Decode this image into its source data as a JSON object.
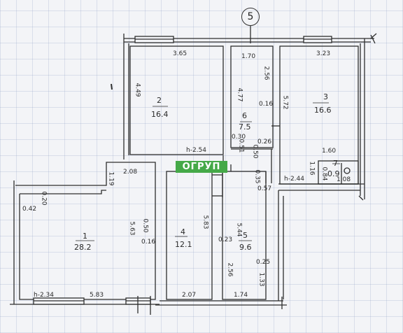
{
  "axis_marker": "5",
  "logo_text": "ОГРУП",
  "rooms": [
    {
      "id": "1",
      "area": "28.2"
    },
    {
      "id": "2",
      "area": "16.4"
    },
    {
      "id": "3",
      "area": "16.6"
    },
    {
      "id": "4",
      "area": "12.1"
    },
    {
      "id": "5",
      "area": "9.6"
    },
    {
      "id": "6",
      "area": "7.5"
    },
    {
      "id": "7",
      "area": "0.9"
    }
  ],
  "dimensions": {
    "r2_top": "3.65",
    "r2_side": "4.49",
    "r2_height": "h-2.54",
    "r6_top": "1.70",
    "r6_side_l": "4.77",
    "r6_side_r": "2.56",
    "r6_a": "0.16",
    "r6_b": "0.30",
    "r6_c": "0.51",
    "r6_d": "0.26",
    "r6_e": "0.50",
    "r3_top": "3.23",
    "r3_side": "5.72",
    "r3_height": "h-2.44",
    "r7_top": "1.60",
    "r7_side": "1.16",
    "r7_a": "0.84",
    "r7_b": "1.08",
    "r1_top": "2.08",
    "r1_a": "1.19",
    "r1_b": "0.20",
    "r1_c": "0.42",
    "r1_side": "5.63",
    "r1_d": "0.50",
    "r1_e": "0.16",
    "r1_bottom": "5.83",
    "r1_height": "h-2.34",
    "r4_side": "5.83",
    "r4_bottom": "2.07",
    "r5_a": "0.35",
    "r5_b": "0.57",
    "r5_side": "5.44",
    "r5_c": "0.23",
    "r5_d": "2.56",
    "r5_e": "0.25",
    "r5_f": "1.33",
    "r5_bottom": "1.74"
  }
}
